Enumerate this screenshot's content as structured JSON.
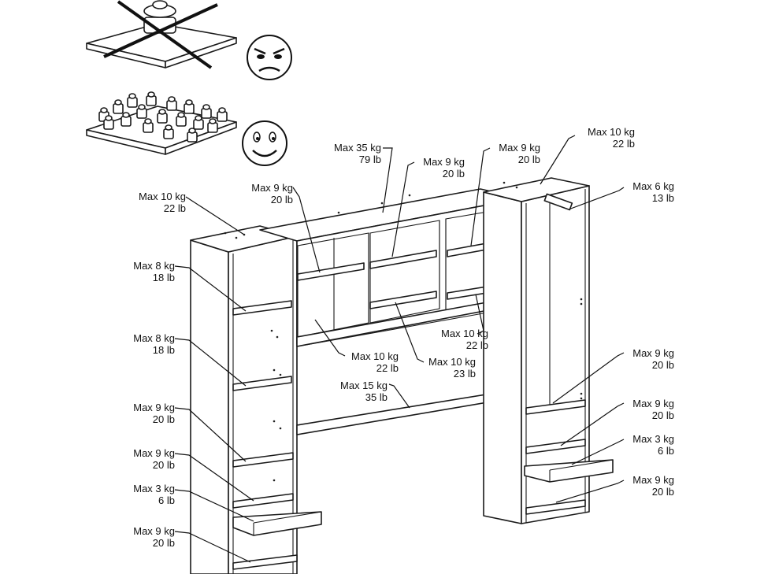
{
  "labels": [
    {
      "id": "top-left-cabinet",
      "kg": "Max 10 kg",
      "lb": "22 lb"
    },
    {
      "id": "left-upper-shelf",
      "kg": "Max 8 kg",
      "lb": "18 lb"
    },
    {
      "id": "left-mid-shelf",
      "kg": "Max 8 kg",
      "lb": "18 lb"
    },
    {
      "id": "left-lower-shelf",
      "kg": "Max 9 kg",
      "lb": "20 lb"
    },
    {
      "id": "left-bottom-shelf",
      "kg": "Max 9 kg",
      "lb": "20 lb"
    },
    {
      "id": "left-drawer",
      "kg": "Max 3 kg",
      "lb": "6 lb"
    },
    {
      "id": "left-floor",
      "kg": "Max 9 kg",
      "lb": "20 lb"
    },
    {
      "id": "bridge-left-shelf",
      "kg": "Max 9 kg",
      "lb": "20 lb"
    },
    {
      "id": "bridge-top",
      "kg": "Max 35 kg",
      "lb": "79 lb"
    },
    {
      "id": "bridge-center-shelf",
      "kg": "Max 9 kg",
      "lb": "20 lb"
    },
    {
      "id": "bridge-right-shelf",
      "kg": "Max 9 kg",
      "lb": "20 lb"
    },
    {
      "id": "top-right-cabinet",
      "kg": "Max 10 kg",
      "lb": "22 lb"
    },
    {
      "id": "hanging-rod",
      "kg": "Max 6 kg",
      "lb": "13 lb"
    },
    {
      "id": "bridge-left-bottom",
      "kg": "Max 10 kg",
      "lb": "22 lb"
    },
    {
      "id": "bridge-center-bottom",
      "kg": "Max 10 kg",
      "lb": "23 lb"
    },
    {
      "id": "bridge-right-bottom",
      "kg": "Max 10 kg",
      "lb": "22 lb"
    },
    {
      "id": "headboard-shelf",
      "kg": "Max 15 kg",
      "lb": "35 lb"
    },
    {
      "id": "right-upper-shelf",
      "kg": "Max 9 kg",
      "lb": "20 lb"
    },
    {
      "id": "right-mid-shelf",
      "kg": "Max 9 kg",
      "lb": "20 lb"
    },
    {
      "id": "right-drawer",
      "kg": "Max 3 kg",
      "lb": "6 lb"
    },
    {
      "id": "right-floor",
      "kg": "Max 9 kg",
      "lb": "20 lb"
    }
  ],
  "icons": {
    "bad": "angry-face-icon",
    "good": "smiling-face-icon",
    "single-weight": "heavy-weight-icon",
    "distributed": "distributed-weights-icon",
    "cross": "cross-out-icon"
  }
}
